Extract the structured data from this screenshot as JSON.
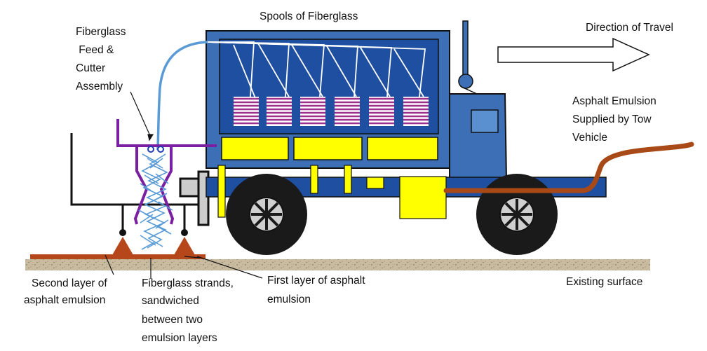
{
  "diagram": {
    "labels": {
      "spools": "Spools of Fiberglass",
      "feed_line1": "Fiberglass",
      "feed_line2": " Feed &",
      "feed_line3": "Cutter",
      "feed_line4": "Assembly",
      "direction": "Direction of Travel",
      "supply_line1": "Asphalt Emulsion",
      "supply_line2": "Supplied by Tow",
      "supply_line3": "Vehicle",
      "second_line1": "Second layer of",
      "second_line2": "asphalt emulsion",
      "strands_line1": "Fiberglass strands,",
      "strands_line2": "sandwiched",
      "strands_line3": "between two",
      "strands_line4": "emulsion layers",
      "first_line1": "First layer of asphalt",
      "first_line2": "emulsion",
      "existing": "Existing surface"
    },
    "colors": {
      "truck_body": "#3d6fb6",
      "truck_dark": "#1f4fa0",
      "frame": "#ffff00",
      "spool": "#a0308e",
      "feed_assembly": "#7b1fa2",
      "fiber": "#5a9bd5",
      "emulsion": "#b5471a",
      "hose": "#a84a17",
      "surface": "#c8b89c",
      "wheel": "#1a1a1a"
    }
  }
}
